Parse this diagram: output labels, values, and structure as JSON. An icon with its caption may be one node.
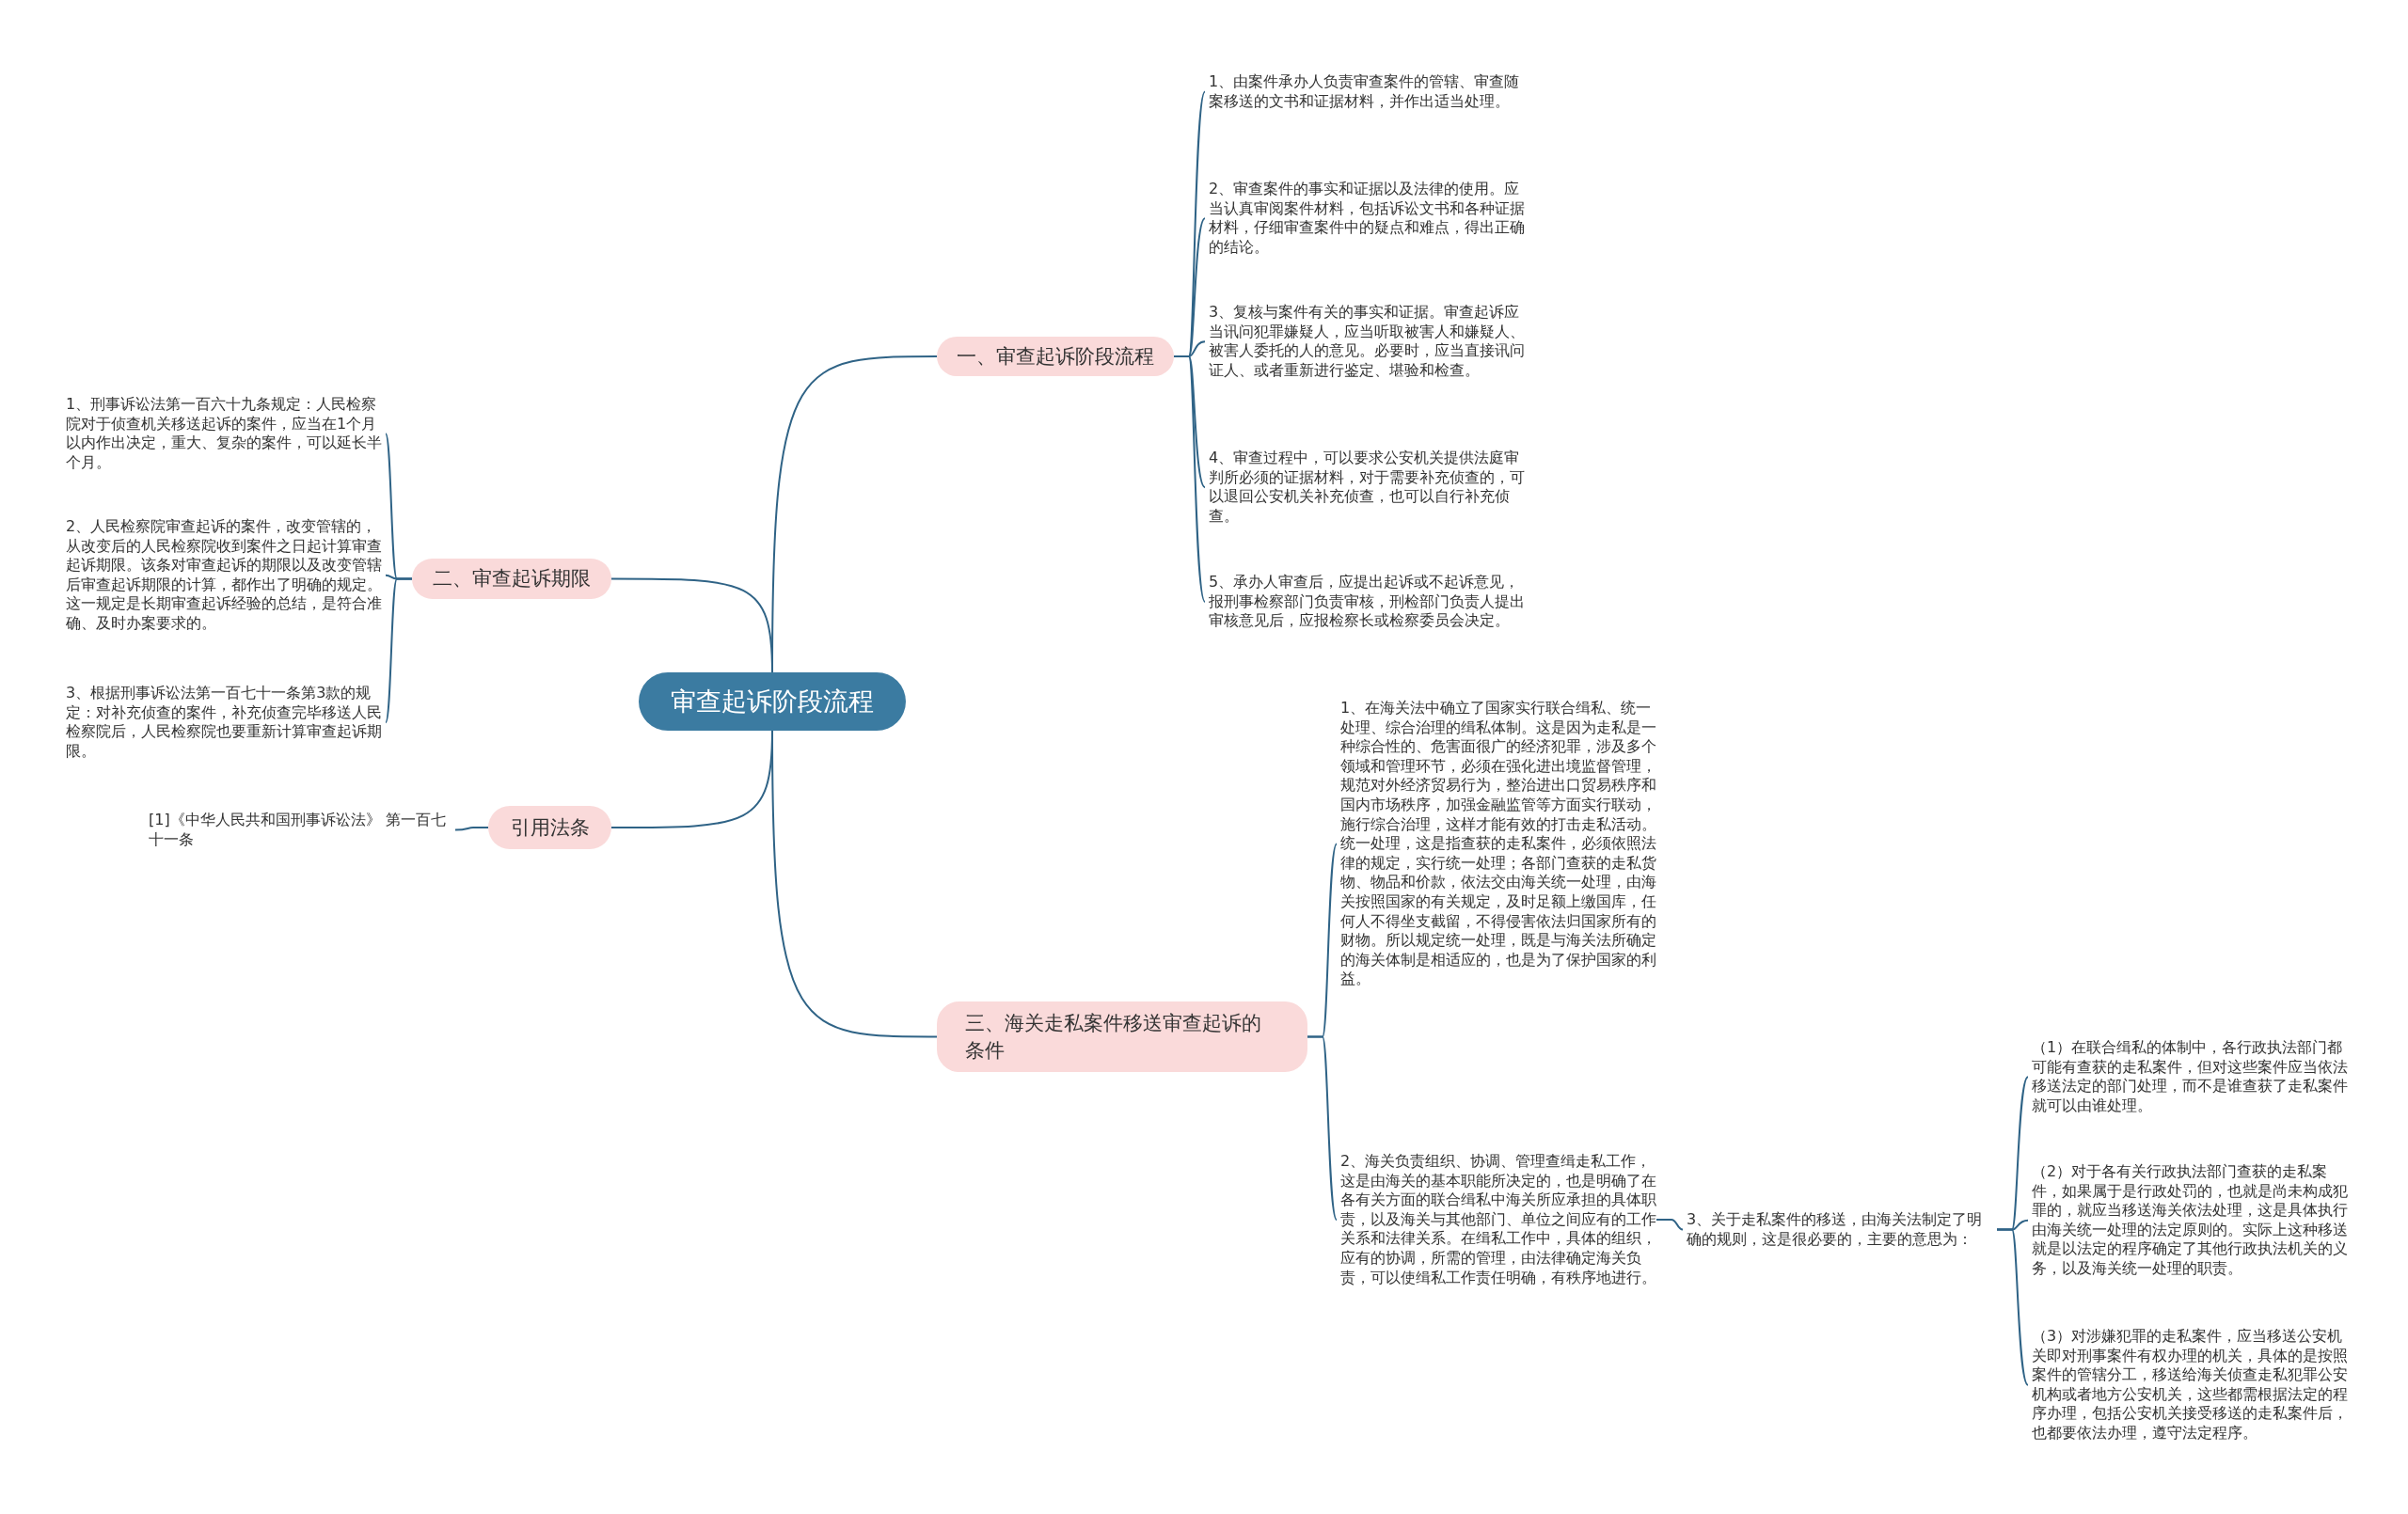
{
  "diagram": {
    "nodes": [
      {
        "text": [
          "审查起诉阶段流程"
        ]
      },
      {
        "text": [
          "一、审查起诉阶段流程"
        ]
      },
      {
        "text": [
          "1、由案件承办人负责审查案件的管辖、审查随案移送的文书和证据材料，并作出适当处理。"
        ]
      },
      {
        "text": [
          "2、审查案件的事实和证据以及法律的使用。应当认真审阅案件材料，包括诉讼文书和各种证据材料，仔细审查案件中的疑点和难点，得出正确的结论。"
        ]
      },
      {
        "text": [
          "3、复核与案件有关的事实和证据。审查起诉应当讯问犯罪嫌疑人，应当听取被害人和嫌疑人、被害人委托的人的意见。必要时，应当直接讯问证人、或者重新进行鉴定、堪验和检查。"
        ]
      },
      {
        "text": [
          "4、审查过程中，可以要求公安机关提供法庭审判所必须的证据材料，对于需要补充侦查的，可以退回公安机关补充侦查，也可以自行补充侦查。"
        ]
      },
      {
        "text": [
          "5、承办人审查后，应提出起诉或不起诉意见，报刑事检察部门负责审核，刑检部门负责人提出审核意见后，应报检察长或检察委员会决定。"
        ]
      },
      {
        "text": [
          "二、审查起诉期限"
        ]
      },
      {
        "text": [
          "1、刑事诉讼法第一百六十九条规定：人民检察院对于侦查机关移送起诉的案件，应当在1个月以内作出决定，重大、复杂的案件，可以延长半个月。"
        ]
      },
      {
        "text": [
          "2、人民检察院审查起诉的案件，改变管辖的，从改变后的人民检察院收到案件之日起计算审查起诉期限。该条对审查起诉的期限以及改变管辖后审查起诉期限的计算，都作出了明确的规定。这一规定是长期审查起诉经验的总结，是符合准确、及时办案要求的。"
        ]
      },
      {
        "text": [
          "3、根据刑事诉讼法第一百七十一条第3款的规定：对补充侦查的案件，补充侦查完毕移送人民检察院后，人民检察院也要重新计算审查起诉期限。"
        ]
      },
      {
        "text": [
          "引用法条"
        ]
      },
      {
        "text": [
          "[1]《中华人民共和国刑事诉讼法》 第一百七十一条"
        ]
      },
      {
        "text": [
          "三、海关走私案件移送审查起诉的条件"
        ]
      },
      {
        "text": [
          "1、在海关法中确立了国家实行联合缉私、统一处理、综合治理的缉私体制。这是因为走私是一种综合性的、危害面很广的经济犯罪，涉及多个领域和管理环节，必须在强化进出境监督管理，规范对外经济贸易行为，整治进出口贸易秩序和国内市场秩序，加强金融监管等方面实行联动，施行综合治理，这样才能有效的打击走私活动。统一处理，这是指查获的走私案件，必须依照法律的规定，实行统一处理；各部门查获的走私货物、物品和价款，依法交由海关统一处理，由海关按照国家的有关规定，及时足额上缴国库，任何人不得坐支截留，不得侵害依法归国家所有的财物。所以规定统一处理，既是与海关法所确定的海关体制是相适应的，也是为了保护国家的利益。"
        ]
      },
      {
        "text": [
          "2、海关负责组织、协调、管理查缉走私工作，这是由海关的基本职能所决定的，也是明确了在各有关方面的联合缉私中海关所应承担的具体职责，以及海关与其他部门、单位之间应有的工作关系和法律关系。在缉私工作中，具体的组织，应有的协调，所需的管理，由法律确定海关负责，可以使缉私工作责任明确，有秩序地进行。"
        ]
      },
      {
        "text": [
          "3、关于走私案件的移送，由海关法制定了明确的规则，这是很必要的，主要的意思为："
        ]
      },
      {
        "text": [
          "（1）在联合缉私的体制中，各行政执法部门都可能有查获的走私案件，但对这些案件应当依法移送法定的部门处理，而不是谁查获了走私案件就可以由谁处理。"
        ]
      },
      {
        "text": [
          "（2）对于各有关行政执法部门查获的走私案件，如果属于是行政处罚的，也就是尚未构成犯罪的，就应当移送海关依法处理，这是具体执行由海关统一处理的法定原则的。实际上这种移送就是以法定的程序确定了其他行政执法机关的义务，以及海关统一处理的职责。"
        ]
      },
      {
        "text": [
          "（3）对涉嫌犯罪的走私案件，应当移送公安机关即对刑事案件有权办理的机关，具体的是按照案件的管辖分工，移送给海关侦查走私犯罪公安机构或者地方公安机关，这些都需根据法定的程序办理，包括公安机关接受移送的走私案件后，也都要依法办理，遵守法定程序。"
        ]
      }
    ],
    "edges": [
      {
        "from": 0,
        "to": 1,
        "arrow": "none"
      },
      {
        "from": 0,
        "to": 7,
        "arrow": "none"
      },
      {
        "from": 0,
        "to": 11,
        "arrow": "none"
      },
      {
        "from": 0,
        "to": 13,
        "arrow": "none"
      },
      {
        "from": 1,
        "to": 2,
        "arrow": "none"
      },
      {
        "from": 1,
        "to": 3,
        "arrow": "none"
      },
      {
        "from": 1,
        "to": 4,
        "arrow": "none"
      },
      {
        "from": 1,
        "to": 5,
        "arrow": "none"
      },
      {
        "from": 1,
        "to": 6,
        "arrow": "none"
      },
      {
        "from": 7,
        "to": 8,
        "arrow": "none"
      },
      {
        "from": 7,
        "to": 9,
        "arrow": "none"
      },
      {
        "from": 7,
        "to": 10,
        "arrow": "none"
      },
      {
        "from": 11,
        "to": 12,
        "arrow": "none"
      },
      {
        "from": 13,
        "to": 14,
        "arrow": "none"
      },
      {
        "from": 13,
        "to": 15,
        "arrow": "none"
      },
      {
        "from": 15,
        "to": 16,
        "arrow": "none"
      },
      {
        "from": 16,
        "to": 17,
        "arrow": "none"
      },
      {
        "from": 16,
        "to": 18,
        "arrow": "none"
      },
      {
        "from": 16,
        "to": 19,
        "arrow": "none"
      }
    ]
  }
}
